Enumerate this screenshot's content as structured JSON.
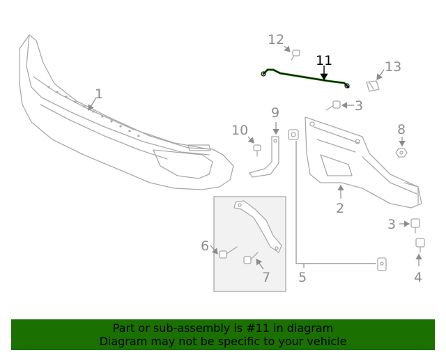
{
  "highlight_color": "#1a7000",
  "highlighted_part": "11",
  "callouts": {
    "c1": "1",
    "c2": "2",
    "c3a": "3",
    "c3b": "3",
    "c4": "4",
    "c5": "5",
    "c6": "6",
    "c7": "7",
    "c8": "8",
    "c9": "9",
    "c10": "10",
    "c11": "11",
    "c12": "12",
    "c13": "13"
  },
  "banner": {
    "line1": "Part or sub-assembly is #11 in diagram",
    "line2": "Diagram may not be specific to your vehicle"
  }
}
